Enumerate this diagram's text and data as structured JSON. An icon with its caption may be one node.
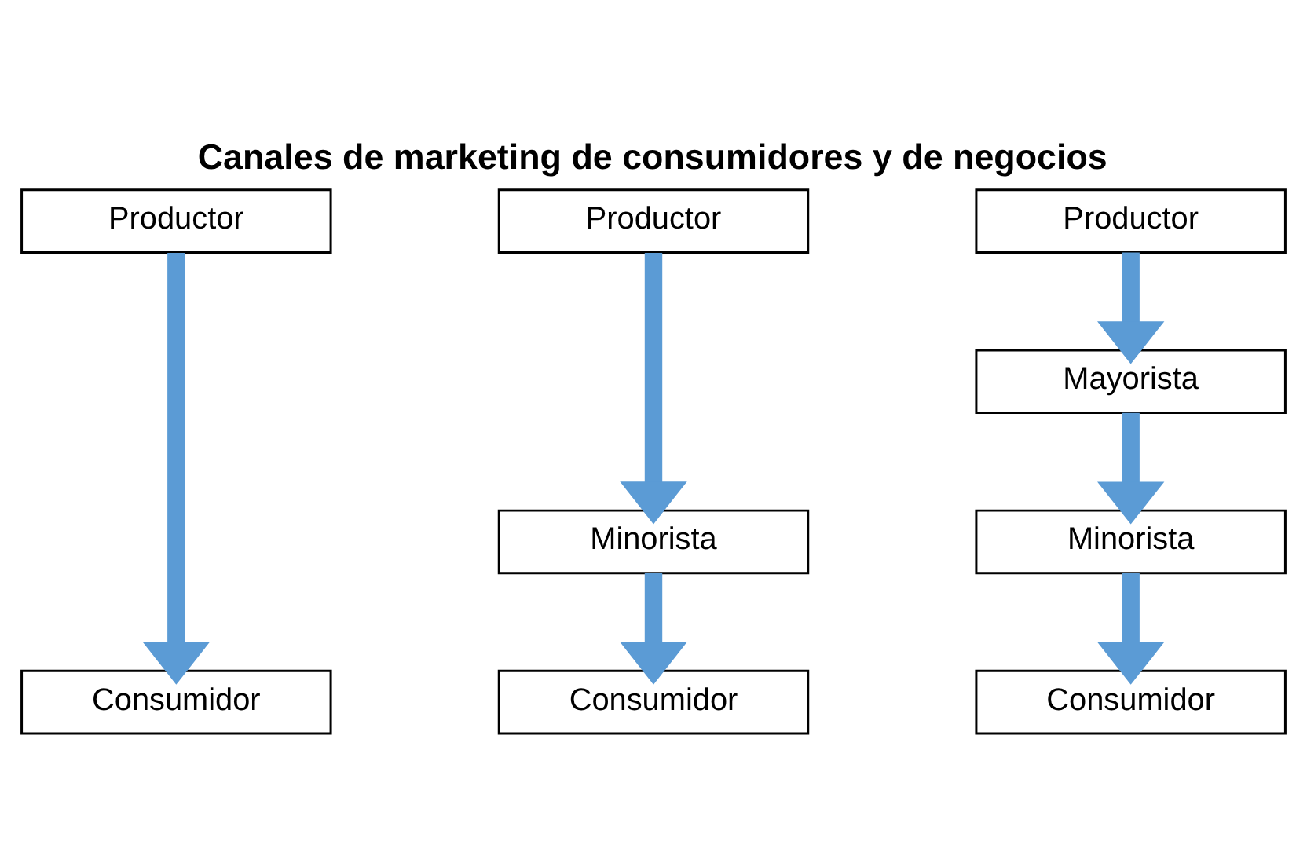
{
  "diagram": {
    "title": "Canales de marketing de consumidores y de negocios",
    "nodes": [
      {
        "text": [
          "Productor"
        ]
      },
      {
        "text": [
          "Consumidor"
        ]
      },
      {
        "text": [
          "Productor"
        ]
      },
      {
        "text": [
          "Minorista"
        ]
      },
      {
        "text": [
          "Consumidor"
        ]
      },
      {
        "text": [
          "Productor"
        ]
      },
      {
        "text": [
          "Mayorista"
        ]
      },
      {
        "text": [
          "Minorista"
        ]
      },
      {
        "text": [
          "Consumidor"
        ]
      }
    ],
    "edges": [
      {
        "from": 0,
        "to": 1,
        "arrow": "to"
      },
      {
        "from": 2,
        "to": 3,
        "arrow": "to"
      },
      {
        "from": 3,
        "to": 4,
        "arrow": "to"
      },
      {
        "from": 5,
        "to": 6,
        "arrow": "to"
      },
      {
        "from": 6,
        "to": 7,
        "arrow": "to"
      },
      {
        "from": 7,
        "to": 8,
        "arrow": "to"
      }
    ]
  }
}
